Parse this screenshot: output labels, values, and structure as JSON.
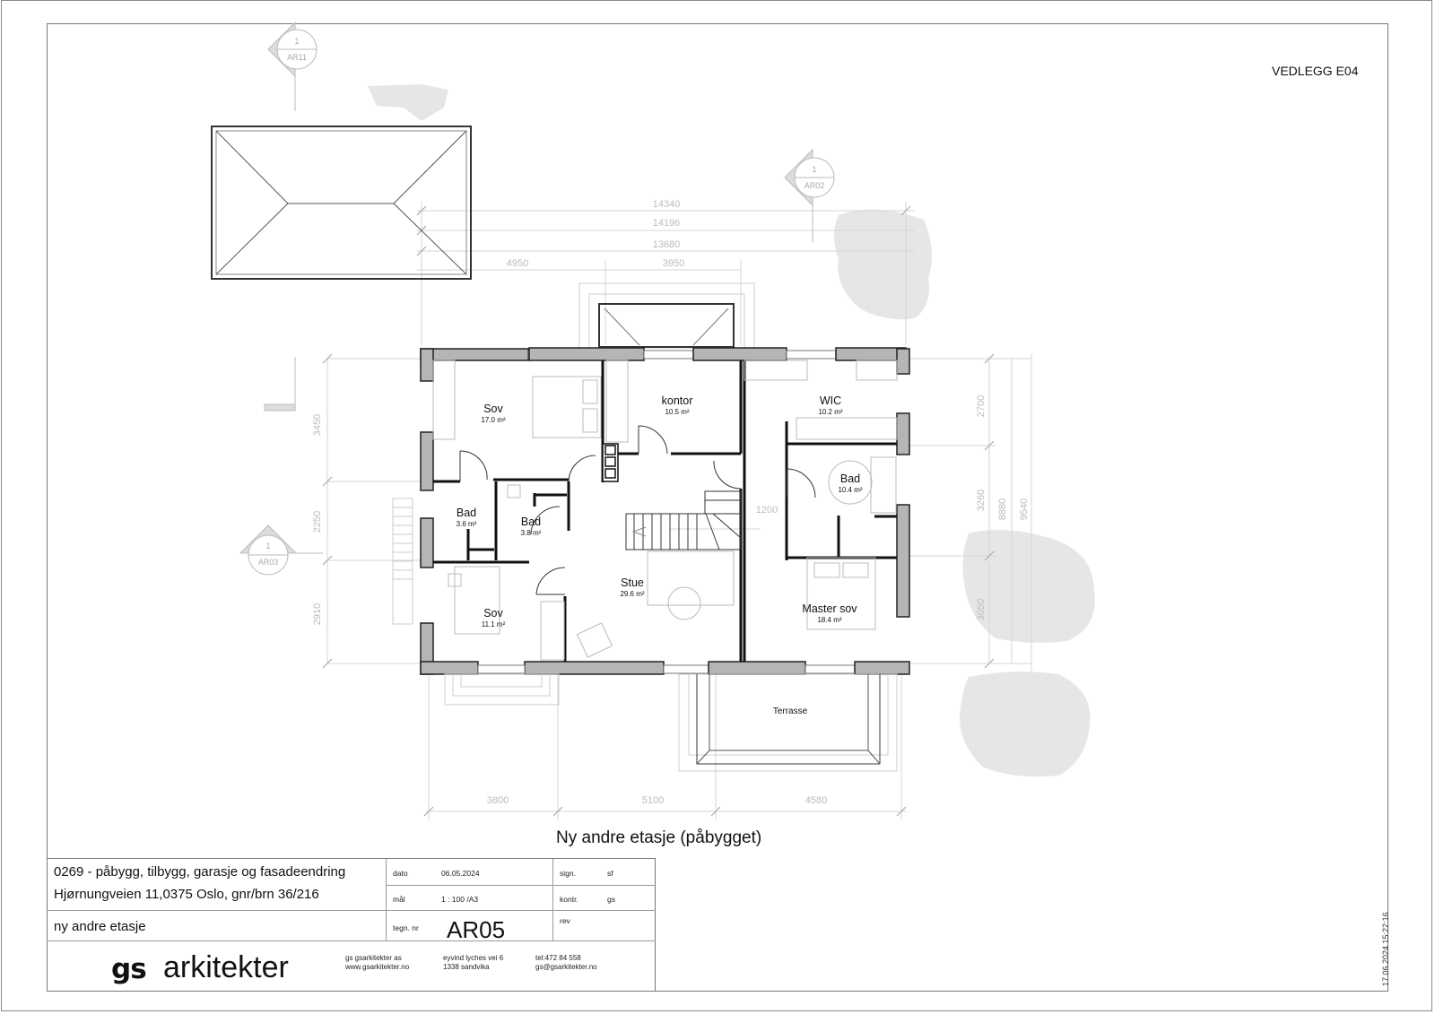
{
  "sheet": {
    "appendix_label": "VEDLEGG E04",
    "drawing_title": "Ny andre etasje (påbygget)",
    "timestamp": "17.06.2024 15:22:16"
  },
  "plan": {
    "rooms": [
      {
        "name": "Sov",
        "area": "17.0 m²"
      },
      {
        "name": "kontor",
        "area": "10.5 m²"
      },
      {
        "name": "WIC",
        "area": "10.2 m²"
      },
      {
        "name": "Bad",
        "area": "3.6 m²"
      },
      {
        "name": "Bad",
        "area": "3.8 m²"
      },
      {
        "name": "Bad",
        "area": "10.4 m²"
      },
      {
        "name": "Stue",
        "area": "29.6 m²"
      },
      {
        "name": "Sov",
        "area": "11.1 m²"
      },
      {
        "name": "Master sov",
        "area": "18.4 m²"
      },
      {
        "name": "Terrasse",
        "area": ""
      }
    ],
    "dimensions_top": [
      "14340",
      "14196",
      "13680",
      "4950",
      "3950"
    ],
    "dimensions_bottom": [
      "3800",
      "5100",
      "4580"
    ],
    "dimensions_left": [
      "3450",
      "2250",
      "2910"
    ],
    "dimensions_right": [
      "2700",
      "3260",
      "3050",
      "8880",
      "9540"
    ],
    "dimension_interior": "1200",
    "section_markers": [
      {
        "number": "1",
        "sheet": "AR11"
      },
      {
        "number": "1",
        "sheet": "AR02"
      },
      {
        "number": "1",
        "sheet": "AR03"
      }
    ]
  },
  "title_block": {
    "project_line1": "0269 - påbygg, tilbygg, garasje og fasadeendring",
    "project_line2": "Hjørnungveien 11,0375 Oslo, gnr/brn 36/216",
    "sheet_name": "ny andre etasje",
    "labels": {
      "date": "dato",
      "scale": "mål",
      "drawing_no": "tegn. nr",
      "sign": "sign.",
      "checked": "kontr.",
      "rev": "rev"
    },
    "values": {
      "date": "06.05.2024",
      "scale": "1 : 100  /A3",
      "drawing_no": "AR05",
      "sign": "sf",
      "checked": "gs",
      "rev": ""
    },
    "firm": {
      "logo_mark": "gs",
      "logo_text": "arkitekter",
      "name": "gs gsarkitekter as",
      "web": "www.gsarkitekter.no",
      "street": "eyvind lyches vei 6",
      "city": "1338 sandvika",
      "phone": "tel:472 84 558",
      "email": "gs@gsarkitekter.no"
    }
  }
}
